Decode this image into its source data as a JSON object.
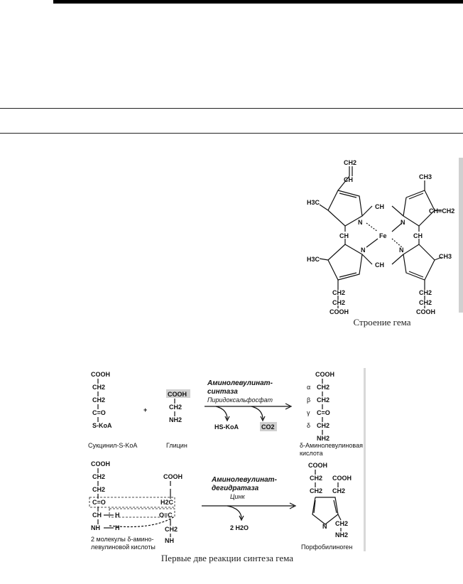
{
  "heme": {
    "caption": "Строение гема",
    "labels": {
      "ch2_top": "CH2",
      "ch_top": "CH",
      "ch3_tr": "CH3",
      "vinyl_r": "CH=CH2",
      "h3c_left": "H3C",
      "ch_right_top": "CH",
      "n1": "N",
      "n2": "N",
      "fe": "Fe",
      "ch_left": "CH",
      "ch_right": "CH",
      "h3c_left2": "H3C",
      "n3": "N",
      "n4": "N",
      "ch_bottom": "CH",
      "ch3_br": "CH3",
      "ch2_l1": "CH2",
      "ch2_l2": "CH2",
      "cooh_l": "COOH",
      "ch2_r1": "CH2",
      "ch2_r2": "CH2",
      "cooh_r": "COOH"
    }
  },
  "reactions": {
    "caption": "Первые две реакции синтеза гема",
    "r1": {
      "succ_cooh": "COOH",
      "succ_ch2a": "CH2",
      "succ_ch2b": "CH2",
      "succ_co": "C=O",
      "succ_skoa": "S-KoA",
      "plus": "+",
      "gly_cooh": "COOH",
      "gly_ch2": "CH2",
      "gly_nh2": "NH2",
      "enzyme": "Аминолевулинат-",
      "enzyme2": "синтаза",
      "cofactor": "Пиридоксальфосфат",
      "hskoa": "HS-KoA",
      "co2": "CO2",
      "ala_cooh": "COOH",
      "ala_a": "α",
      "ala_ch2a": "CH2",
      "ala_b": "β",
      "ala_ch2b": "CH2",
      "ala_g": "γ",
      "ala_co": "C=O",
      "ala_d": "δ",
      "ala_ch2c": "CH2",
      "ala_nh2": "NH2",
      "name_succ": "Сукцинил-S-KoA",
      "name_gly": "Глицин",
      "name_ala": "δ-Аминолевулиновая",
      "name_ala2": "кислота"
    },
    "r2": {
      "m1_cooh": "COOH",
      "m1_ch2a": "CH2",
      "m1_ch2b": "CH2",
      "m1_co": "C=O",
      "m1_ch": "CH",
      "m1_h": "H",
      "m1_nh": "NH",
      "m1_h2": "H",
      "m2_cooh": "COOH",
      "m2_h2c": "H2C",
      "m2_oc": "O=C",
      "m2_ch2": "CH2",
      "m2_nh": "NH",
      "enzyme": "Аминолевулинат-",
      "enzyme2": "дегидратаза",
      "cofactor": "Цинк",
      "water": "2 H2O",
      "pbg_cooh1": "COOH",
      "pbg_ch2a": "CH2",
      "pbg_cooh2": "COOH",
      "pbg_ch2b": "CH2",
      "pbg_ch2c": "CH2",
      "pbg_n": "N",
      "pbg_ch2d": "CH2",
      "pbg_nh2": "NH2",
      "name_ala": "2 молекулы δ-амино-",
      "name_ala2": "левулиновой кислоты",
      "name_pbg": "Порфобилиноген"
    }
  }
}
